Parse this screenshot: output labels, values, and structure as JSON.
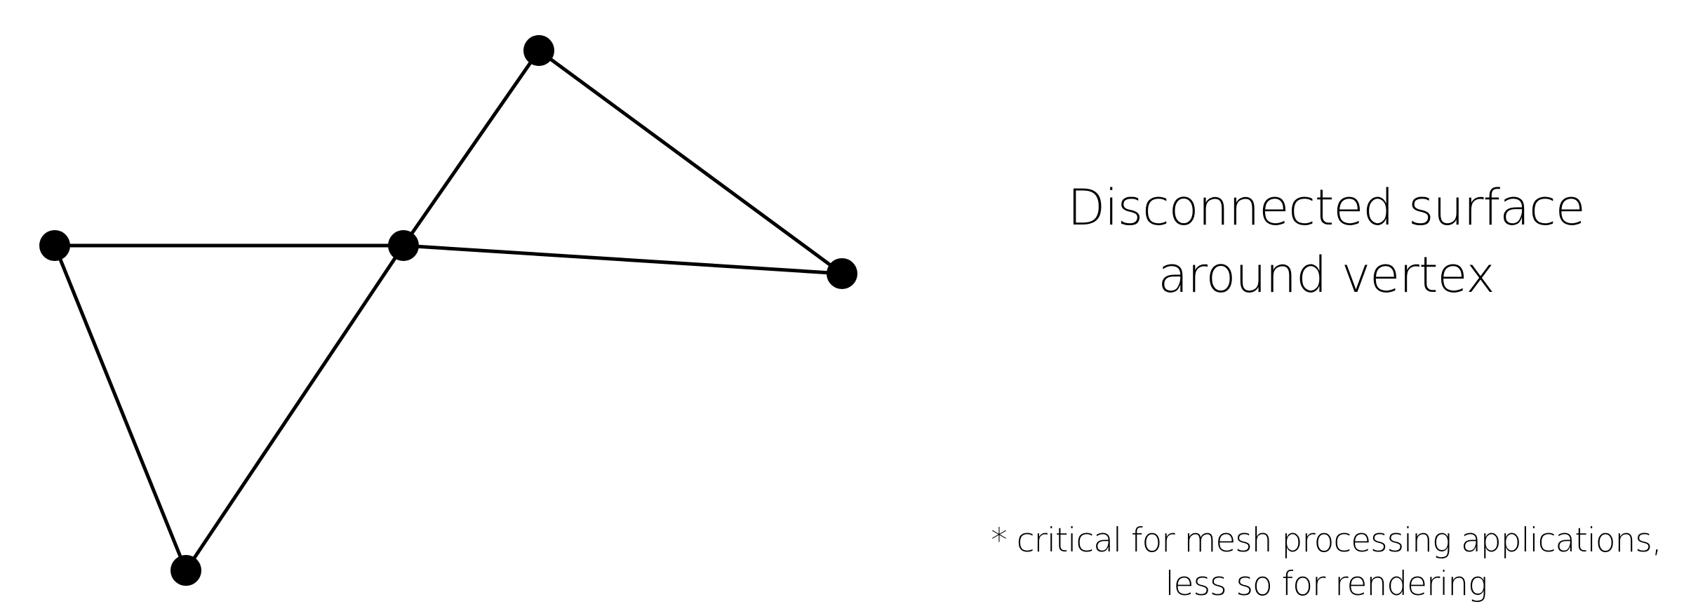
{
  "title": {
    "line1": "Disconnected surface",
    "line2": "around vertex"
  },
  "note": {
    "line1": "* critical for mesh processing applications,",
    "line2": "less so for rendering"
  },
  "colors": {
    "ink": "#000000",
    "background": "#ffffff"
  }
}
